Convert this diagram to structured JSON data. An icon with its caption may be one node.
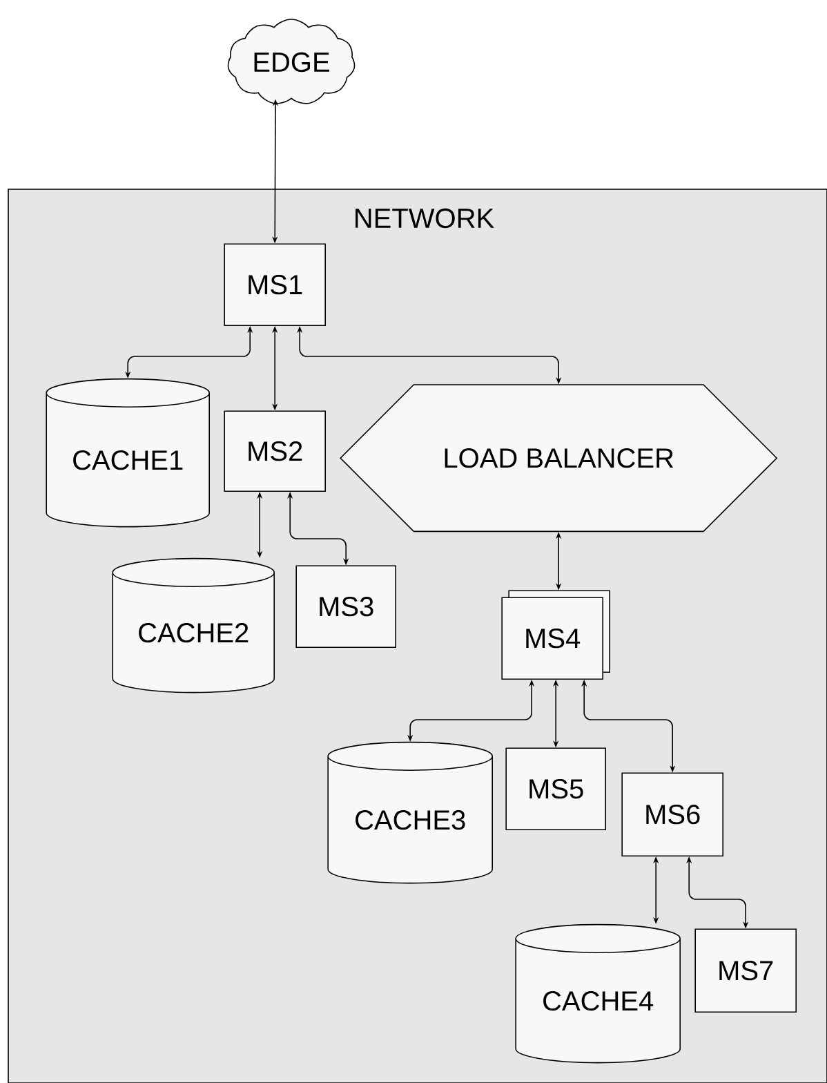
{
  "diagram": {
    "nodes": [
      {
        "text": [
          "EDGE"
        ]
      },
      {
        "text": [
          "NETWORK"
        ]
      },
      {
        "text": [
          "MS1"
        ],
        "in": 1
      },
      {
        "text": [
          "CACHE1"
        ],
        "in": 1
      },
      {
        "text": [
          "MS2"
        ],
        "in": 1
      },
      {
        "text": [
          "LOAD BALANCER"
        ],
        "in": 1
      },
      {
        "text": [
          "CACHE2"
        ],
        "in": 1
      },
      {
        "text": [
          "MS3"
        ],
        "in": 1
      },
      {
        "text": [
          "MS4"
        ],
        "in": 1
      },
      {
        "text": [
          "CACHE3"
        ],
        "in": 1
      },
      {
        "text": [
          "MS5"
        ],
        "in": 1
      },
      {
        "text": [
          "MS6"
        ],
        "in": 1
      },
      {
        "text": [
          "CACHE4"
        ],
        "in": 1
      },
      {
        "text": [
          "MS7"
        ],
        "in": 1
      }
    ],
    "edges": [
      {
        "from": 0,
        "to": 2,
        "arrow": "both"
      },
      {
        "from": 2,
        "to": 3,
        "arrow": "both"
      },
      {
        "from": 2,
        "to": 4,
        "arrow": "both"
      },
      {
        "from": 2,
        "to": 5,
        "arrow": "both"
      },
      {
        "from": 4,
        "to": 6,
        "arrow": "both"
      },
      {
        "from": 4,
        "to": 7,
        "arrow": "both"
      },
      {
        "from": 5,
        "to": 8,
        "arrow": "both"
      },
      {
        "from": 8,
        "to": 9,
        "arrow": "both"
      },
      {
        "from": 8,
        "to": 10,
        "arrow": "both"
      },
      {
        "from": 8,
        "to": 11,
        "arrow": "both"
      },
      {
        "from": 11,
        "to": 12,
        "arrow": "both"
      },
      {
        "from": 11,
        "to": 13,
        "arrow": "both"
      }
    ]
  }
}
